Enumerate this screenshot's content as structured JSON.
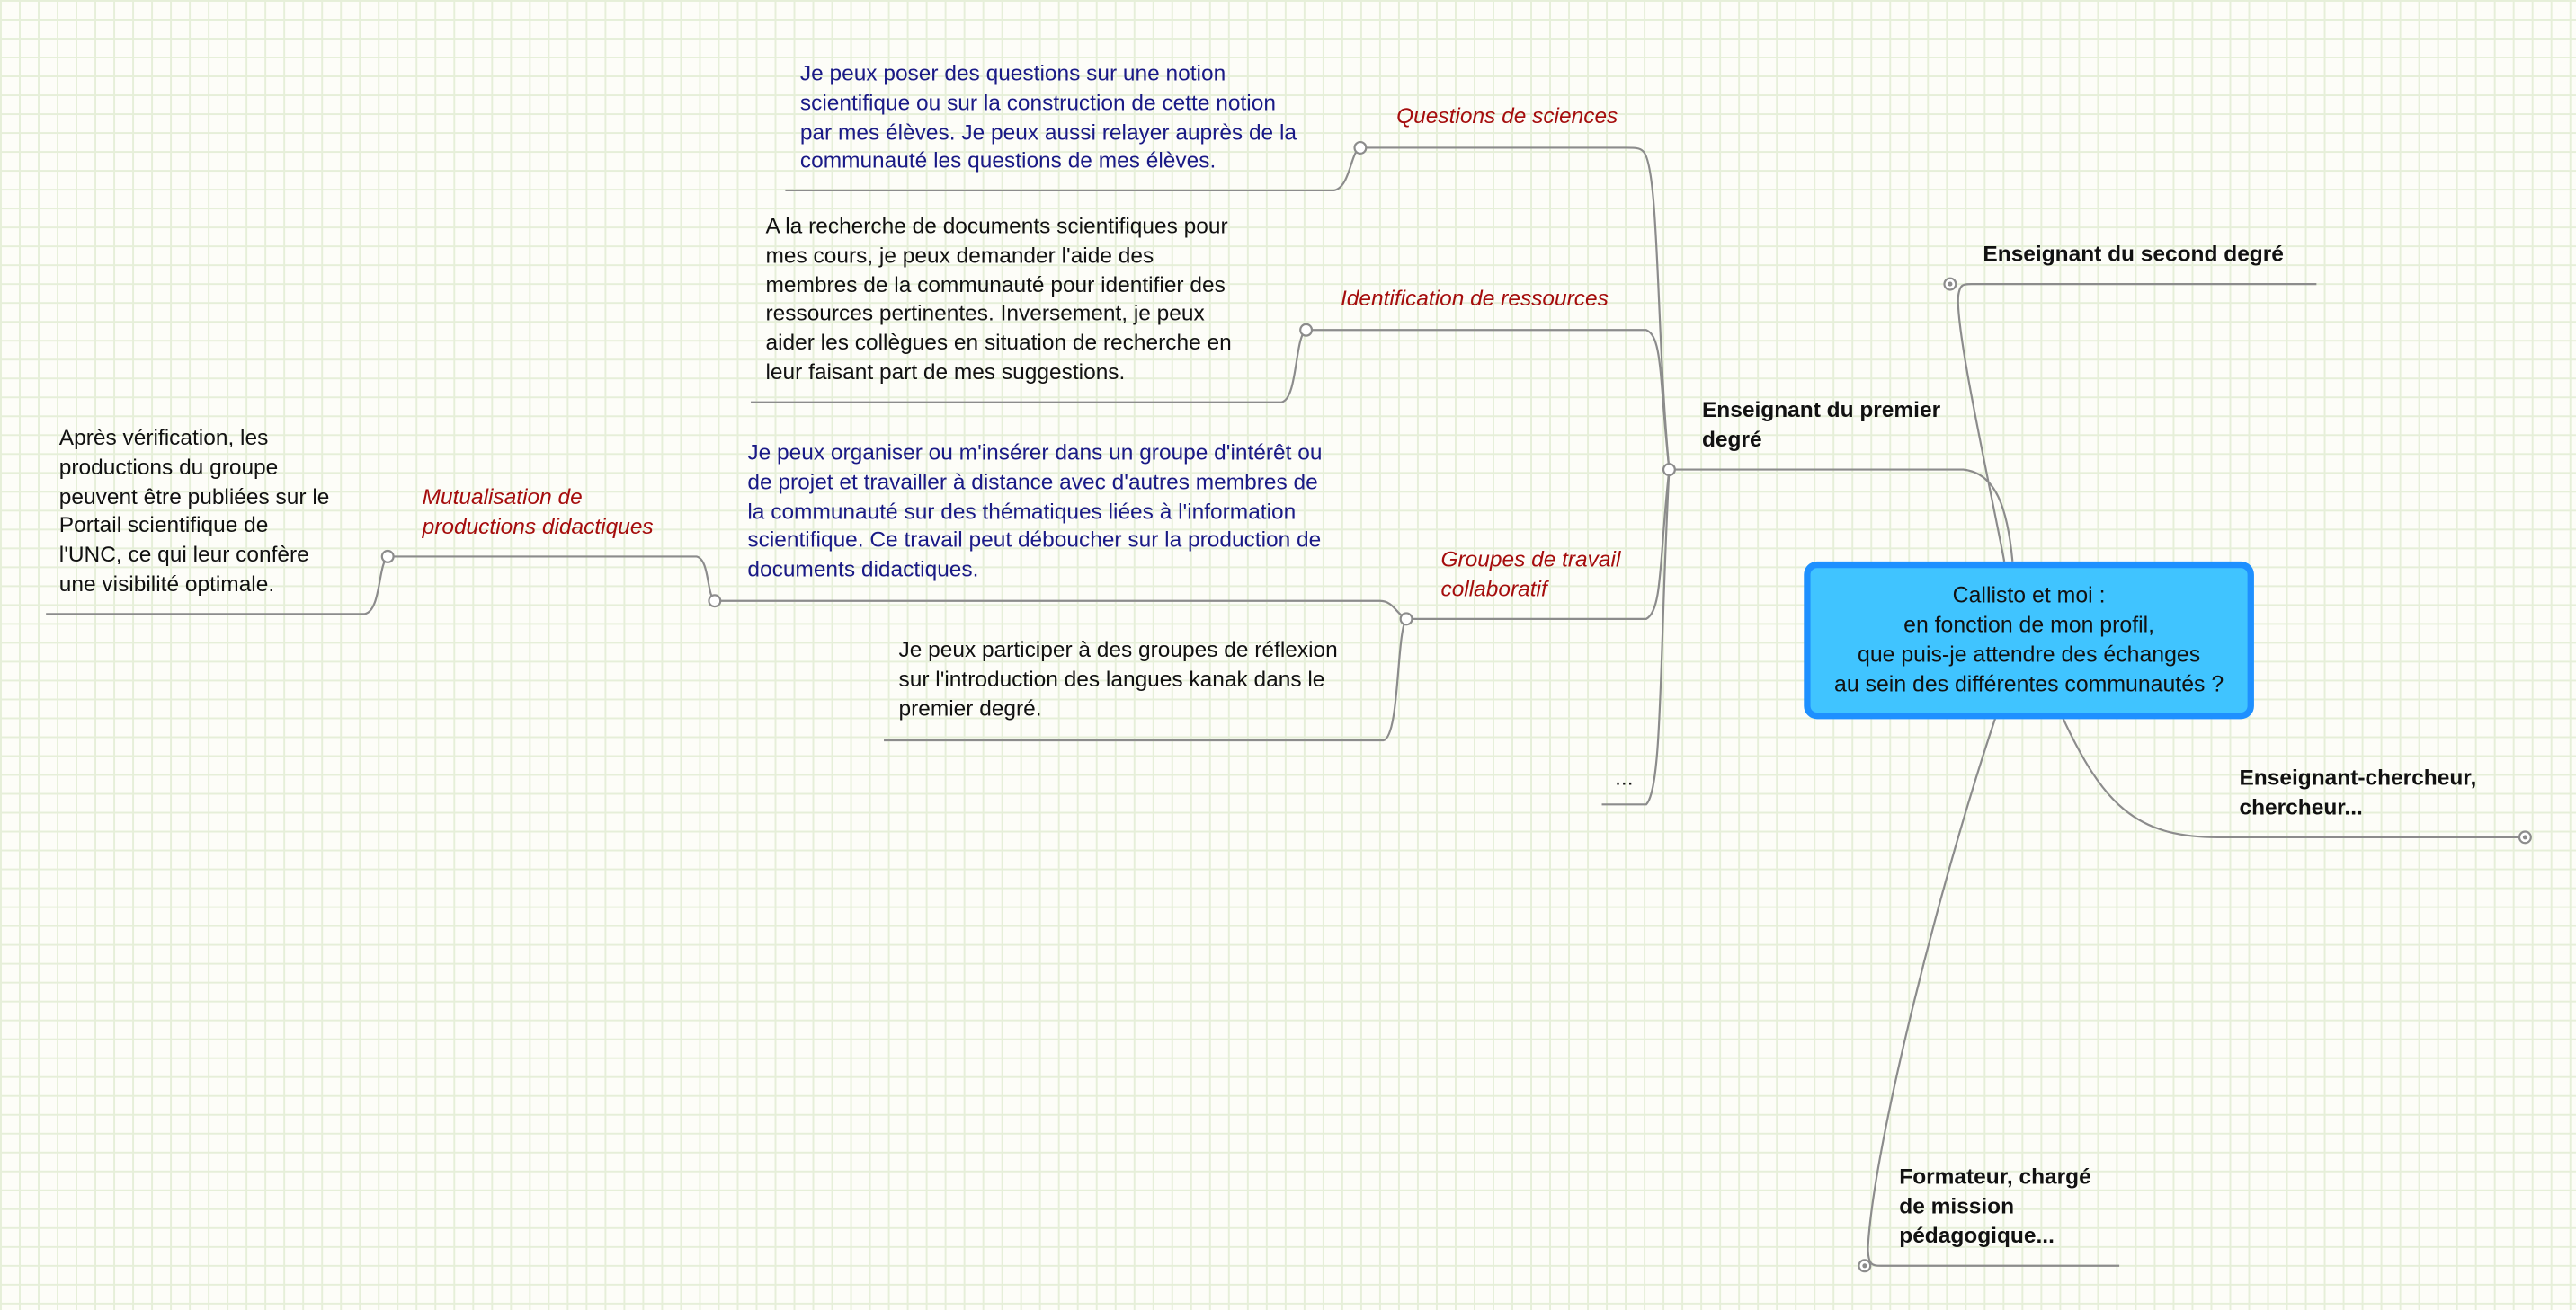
{
  "root": {
    "lines": [
      "Callisto et moi :",
      "en fonction de mon profil,",
      "que puis-je attendre des échanges",
      "au sein des différentes communautés ?"
    ]
  },
  "profiles": {
    "premier": {
      "lines": [
        "Enseignant du premier",
        "degré"
      ]
    },
    "second": {
      "label": "Enseignant du second degré"
    },
    "chercheur": {
      "lines": [
        "Enseignant-chercheur,",
        "chercheur..."
      ]
    },
    "formateur": {
      "lines": [
        "Formateur, chargé",
        "de mission",
        "pédagogique..."
      ]
    }
  },
  "premier_branches": {
    "questions": {
      "label": "Questions de sciences",
      "detail": [
        "Je peux poser des questions sur une notion",
        "scientifique ou sur la construction de cette notion",
        "par mes élèves. Je peux aussi relayer auprès de la",
        "communauté les questions de mes élèves."
      ]
    },
    "identification": {
      "label": "Identification de ressources",
      "detail": [
        "A la recherche de documents scientifiques pour",
        "mes cours, je peux demander l'aide des",
        "membres de la communauté pour identifier des",
        "ressources pertinentes. Inversement, je peux",
        "aider les collègues en situation de recherche en",
        "leur faisant part de mes suggestions."
      ]
    },
    "groupes": {
      "label": [
        "Groupes de travail",
        "collaboratif"
      ],
      "detail": [
        "Je peux organiser ou m'insérer dans un groupe d'intérêt ou",
        "de projet et travailler à distance avec d'autres membres de",
        "la communauté sur des thématiques liées à l'information",
        "scientifique. Ce travail peut déboucher sur la production de",
        "documents didactiques."
      ],
      "mutualisation": {
        "label": [
          "Mutualisation de",
          "productions didactiques"
        ],
        "detail": [
          "Après vérification, les",
          "productions du groupe",
          "peuvent être publiées sur le",
          "Portail scientifique de",
          "l'UNC, ce qui leur confère",
          "une visibilité optimale."
        ]
      },
      "langues": [
        "Je peux participer à des groupes de réflexion",
        "sur l'introduction des langues kanak dans le",
        "premier degré."
      ]
    },
    "more": "..."
  }
}
